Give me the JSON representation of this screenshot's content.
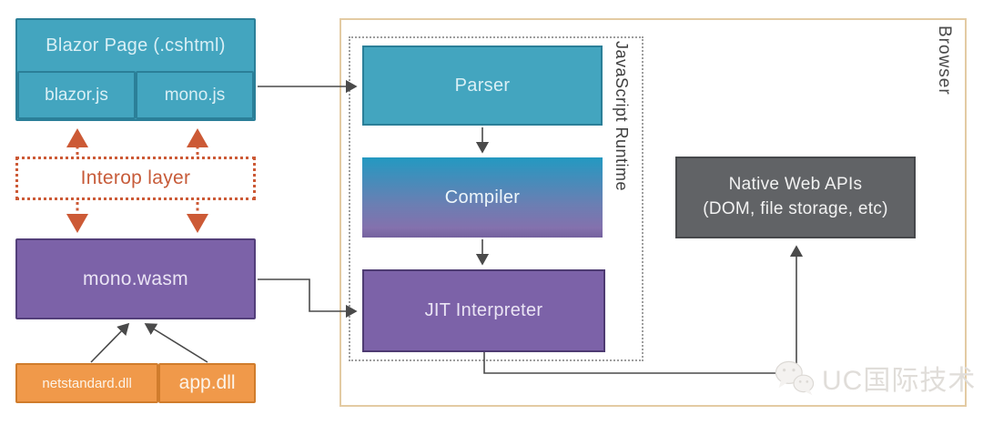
{
  "blazor": {
    "title": "Blazor Page (.cshtml)",
    "children": [
      "blazor.js",
      "mono.js"
    ]
  },
  "interop": {
    "label": "Interop layer"
  },
  "mono_wasm": {
    "label": "mono.wasm"
  },
  "dlls": [
    "netstandard.dll",
    "app.dll"
  ],
  "browser": {
    "label": "Browser"
  },
  "runtime": {
    "label": "JavaScript Runtime",
    "stages": [
      "Parser",
      "Compiler",
      "JIT Interpreter"
    ]
  },
  "native": {
    "line1": "Native Web APIs",
    "line2": "(DOM, file storage, etc)"
  },
  "watermark": {
    "text": "UC国际技术",
    "icon": "wechat-icon"
  },
  "colors": {
    "teal_fill": "#43A5BF",
    "teal_border": "#2B7F98",
    "purple_fill": "#7C62A8",
    "purple_border": "#533F7A",
    "orange_fill": "#F0994A",
    "orange_border": "#D07C2C",
    "interop_orange": "#CC5A36",
    "gray_fill": "#616366",
    "gray_border": "#46484B",
    "compiler_gradient_top": "#2399C1",
    "compiler_gradient_bottom": "#8471AD",
    "arrow_gray": "#4A4A4A",
    "browser_border": "#E3CBA3",
    "runtime_dotted": "#9E9E9E",
    "watermark_gray": "#E0DDD9"
  }
}
